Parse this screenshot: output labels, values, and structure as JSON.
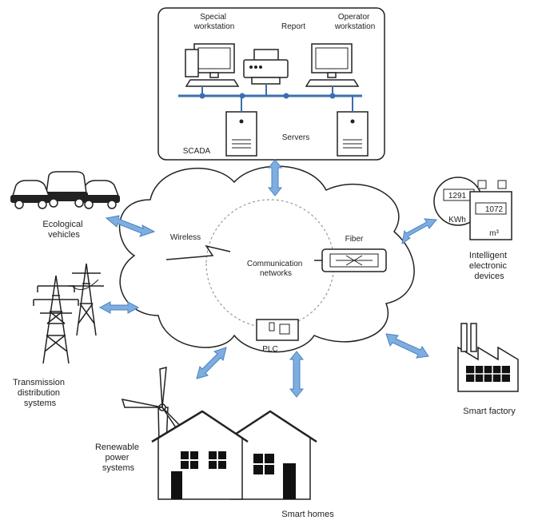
{
  "scada": {
    "operator_workstation": [
      "Operator",
      "workstation"
    ],
    "report": "Report",
    "special_workstation": [
      "Special",
      "workstation"
    ],
    "servers": "Servers",
    "scada": "SCADA"
  },
  "network": {
    "wireless": "Wireless",
    "fiber": "Fiber",
    "communication_networks": [
      "Communication",
      "networks"
    ],
    "plc": "PLC"
  },
  "meters": {
    "top_reading": "1291",
    "top_unit": "KWh",
    "bottom_reading": "1072",
    "bottom_unit": "m³"
  },
  "nodes": {
    "intelligent_devices": [
      "Intelligent",
      "electronic",
      "devices"
    ],
    "smart_factory": "Smart factory",
    "smart_homes": "Smart homes",
    "renewable": [
      "Renewable",
      "power",
      "systems"
    ],
    "transmission": [
      "Transmission",
      "distribution",
      "systems"
    ],
    "vehicles": [
      "Ecological",
      "vehicles"
    ]
  },
  "colors": {
    "arrow_fill": "#7eaee0",
    "bus_line": "#3a6fb0",
    "stroke": "#222222"
  }
}
